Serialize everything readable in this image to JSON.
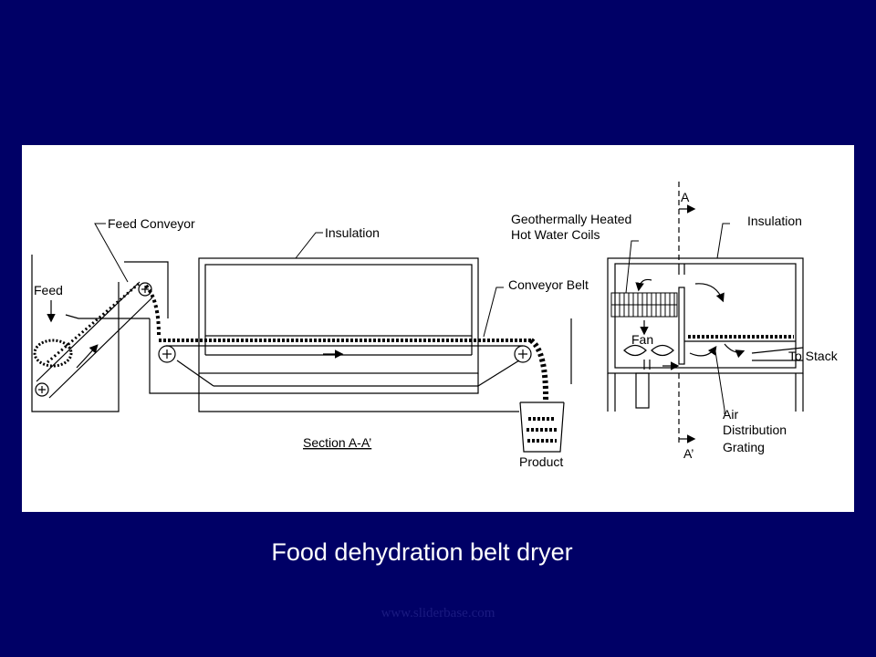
{
  "slide": {
    "title": "Food dehydration belt dryer",
    "footer": "www.sliderbase.com"
  },
  "diagram": {
    "labels": {
      "feed_conveyor": "Feed Conveyor",
      "feed": "Feed",
      "insulation_left": "Insulation",
      "conveyor_belt": "Conveyor Belt",
      "section": "Section A-A’",
      "product": "Product",
      "coils_line1": "Geothermally Heated",
      "coils_line2": "Hot Water Coils",
      "insulation_right": "Insulation",
      "section_mark_top": "A",
      "section_mark_bottom": "A’",
      "fan": "Fan",
      "to_stack": "To Stack",
      "grating_line1": "Air",
      "grating_line2": "Distribution",
      "grating_line3": "Grating"
    },
    "colors": {
      "background": "#000066",
      "panel": "#ffffff",
      "line": "#000000",
      "title_text": "#ffffff"
    }
  }
}
